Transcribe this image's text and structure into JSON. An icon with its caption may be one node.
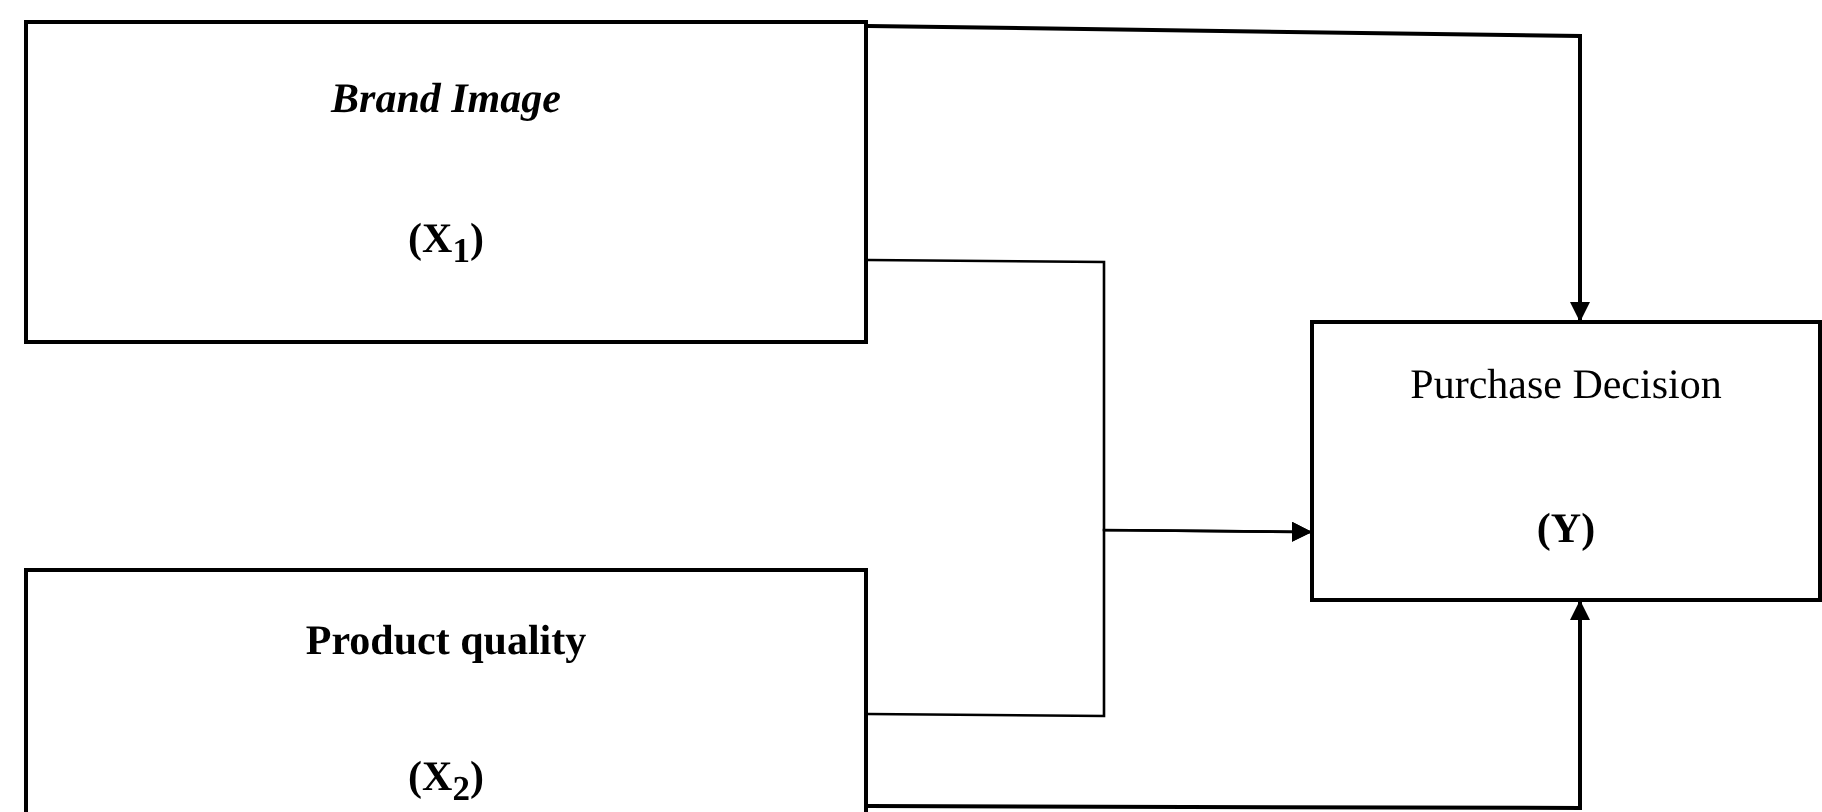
{
  "diagram": {
    "nodes": [
      {
        "text": [
          "Brand Image",
          "(X$_{1}$)"
        ]
      },
      {
        "text": [
          "Product quality",
          "(X$_{2}$)"
        ]
      },
      {
        "text": [
          "Purchase Decision",
          "(Y)"
        ]
      }
    ],
    "edges": [
      {
        "from": 0,
        "to": 2,
        "arrow": "to"
      },
      {
        "from": 0,
        "to": 2,
        "arrow": "to"
      },
      {
        "from": 1,
        "to": 2,
        "arrow": "to"
      },
      {
        "from": 1,
        "to": 2,
        "arrow": "to"
      }
    ]
  }
}
